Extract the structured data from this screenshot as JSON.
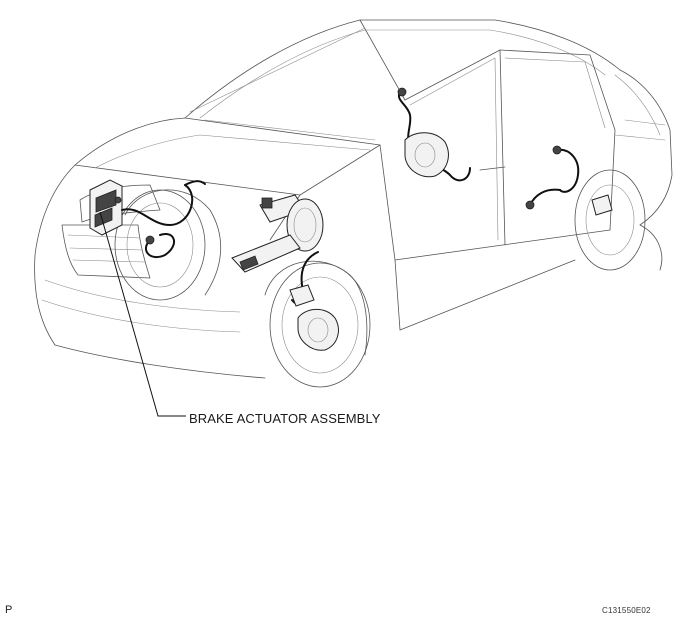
{
  "diagram": {
    "callout_label": "BRAKE ACTUATOR ASSEMBLY",
    "corner_mark": "P",
    "figure_code": "C131550E02"
  }
}
